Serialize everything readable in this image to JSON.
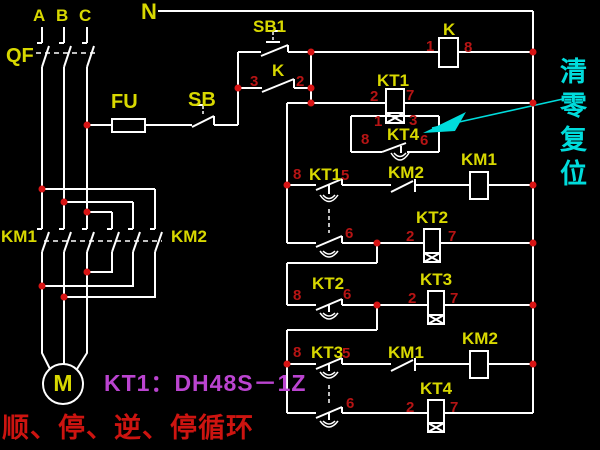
{
  "power": {
    "phase_labels": [
      "A",
      "B",
      "C"
    ],
    "neutral_label": "N",
    "breaker_label": "QF",
    "fuse_label": "FU",
    "contactor1_label": "KM1",
    "contactor2_label": "KM2",
    "motor_label": "M"
  },
  "control": {
    "start_button_label": "SB",
    "stop_button_label": "SB1",
    "relay_label": "K",
    "timer1_label": "KT1",
    "timer2_label": "KT2",
    "timer3_label": "KT3",
    "timer4_label": "KT4",
    "contactor1_label": "KM1",
    "contactor2_label": "KM2",
    "terminals": {
      "t1": "1",
      "t2": "2",
      "t3": "3",
      "t5": "5",
      "t6": "6",
      "t7": "7",
      "t8": "8"
    }
  },
  "annotations": {
    "reset_note_vertical": "清\n零\n复\n位",
    "timer_model_note": "KT1：DH48S－1Z",
    "cycle_caption": "顺、停、逆、停循环"
  },
  "colors": {
    "background": "#000000",
    "wire": "#ffffff",
    "component_label": "#d8d800",
    "terminal_number": "#b61414",
    "junction_dot": "#d81414",
    "reset_note": "#00dcdc",
    "timer_model": "#bb44d0",
    "caption": "#cd1410"
  }
}
